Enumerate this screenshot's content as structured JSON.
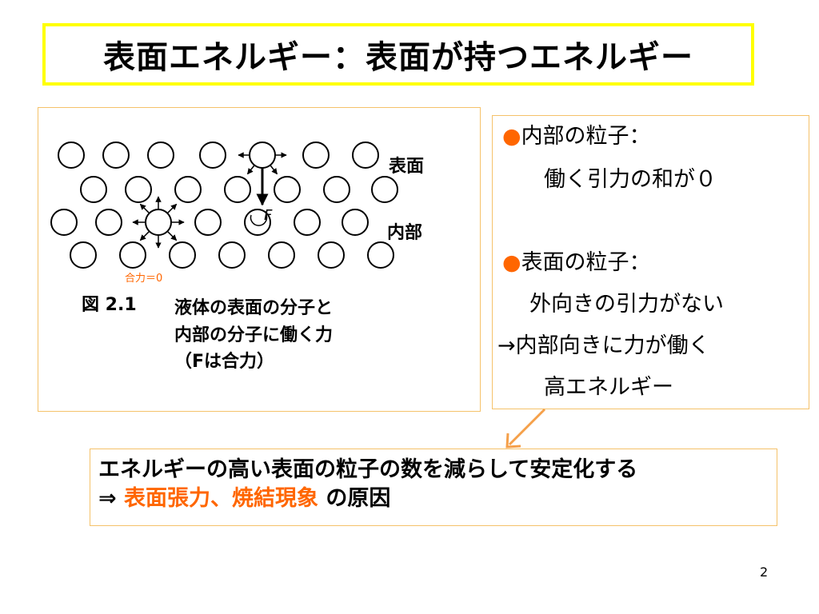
{
  "title": "表面エネルギー：表面が持つエネルギー",
  "figure": {
    "label_surface": "表面",
    "label_interior": "内部",
    "label_force": "F",
    "label_resultant": "合力＝0",
    "caption_number": "図 2.1",
    "caption_line1": "液体の表面の分子と",
    "caption_line2": "内部の分子に働く力",
    "caption_line3": "（Fは合力）"
  },
  "info": {
    "bullet": "●",
    "interior_heading": "内部の粒子：",
    "interior_text": "働く引力の和が０",
    "surface_heading": "表面の粒子：",
    "surface_text1": "外向きの引力がない",
    "surface_text2": "→内部向きに力が働く",
    "surface_text3": "高エネルギー"
  },
  "conclusion": {
    "line1": "エネルギーの高い表面の粒子の数を減らして安定化する",
    "prefix": "⇒ ",
    "highlight": "表面張力、焼結現象",
    "suffix": " の原因"
  },
  "page_number": "2",
  "colors": {
    "title_border": "#ffff00",
    "accent": "#ff6600",
    "box_border": "#f5c26a"
  }
}
